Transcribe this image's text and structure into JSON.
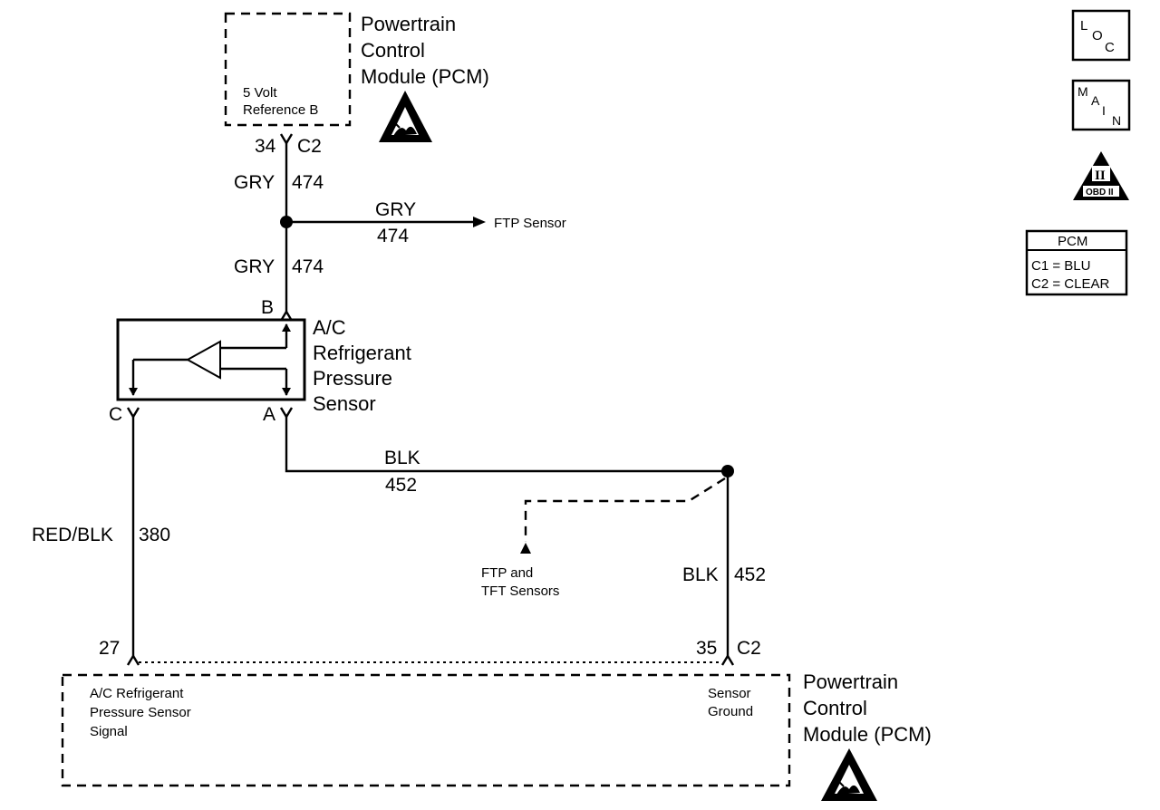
{
  "pcm_top": {
    "title": [
      "Powertrain",
      "Control",
      "Module (PCM)"
    ],
    "circuit_label": [
      "5 Volt",
      "Reference B"
    ],
    "pin": "34",
    "connector": "C2"
  },
  "wires": {
    "gry_upper": {
      "color": "GRY",
      "number": "474"
    },
    "gry_branch": {
      "color": "GRY",
      "number": "474",
      "destination": "FTP Sensor"
    },
    "gry_lower": {
      "color": "GRY",
      "number": "474"
    },
    "blk_horizontal": {
      "color": "BLK",
      "number": "452"
    },
    "blk_vertical": {
      "color": "BLK",
      "number": "452"
    },
    "red_blk": {
      "color": "RED/BLK",
      "number": "380"
    },
    "ftp_tft_branch": {
      "destination": [
        "FTP and",
        "TFT Sensors"
      ]
    }
  },
  "sensor": {
    "title": [
      "A/C",
      "Refrigerant",
      "Pressure",
      "Sensor"
    ],
    "pin_b": "B",
    "pin_a": "A",
    "pin_c": "C"
  },
  "pcm_bottom": {
    "title": [
      "Powertrain",
      "Control",
      "Module (PCM)"
    ],
    "left_label": [
      "A/C Refrigerant",
      "Pressure Sensor",
      "Signal"
    ],
    "right_label": [
      "Sensor",
      "Ground"
    ],
    "pin_left": "27",
    "pin_right": "35",
    "connector": "C2"
  },
  "legend": {
    "loc_icon": [
      "L",
      "O",
      "C"
    ],
    "main_icon": [
      "M",
      "A",
      "I",
      "N"
    ],
    "obd_icon": {
      "numeral": "II",
      "label": "OBD II"
    },
    "pcm_table": {
      "header": "PCM",
      "rows": [
        "C1 = BLU",
        "C2 = CLEAR"
      ]
    }
  }
}
